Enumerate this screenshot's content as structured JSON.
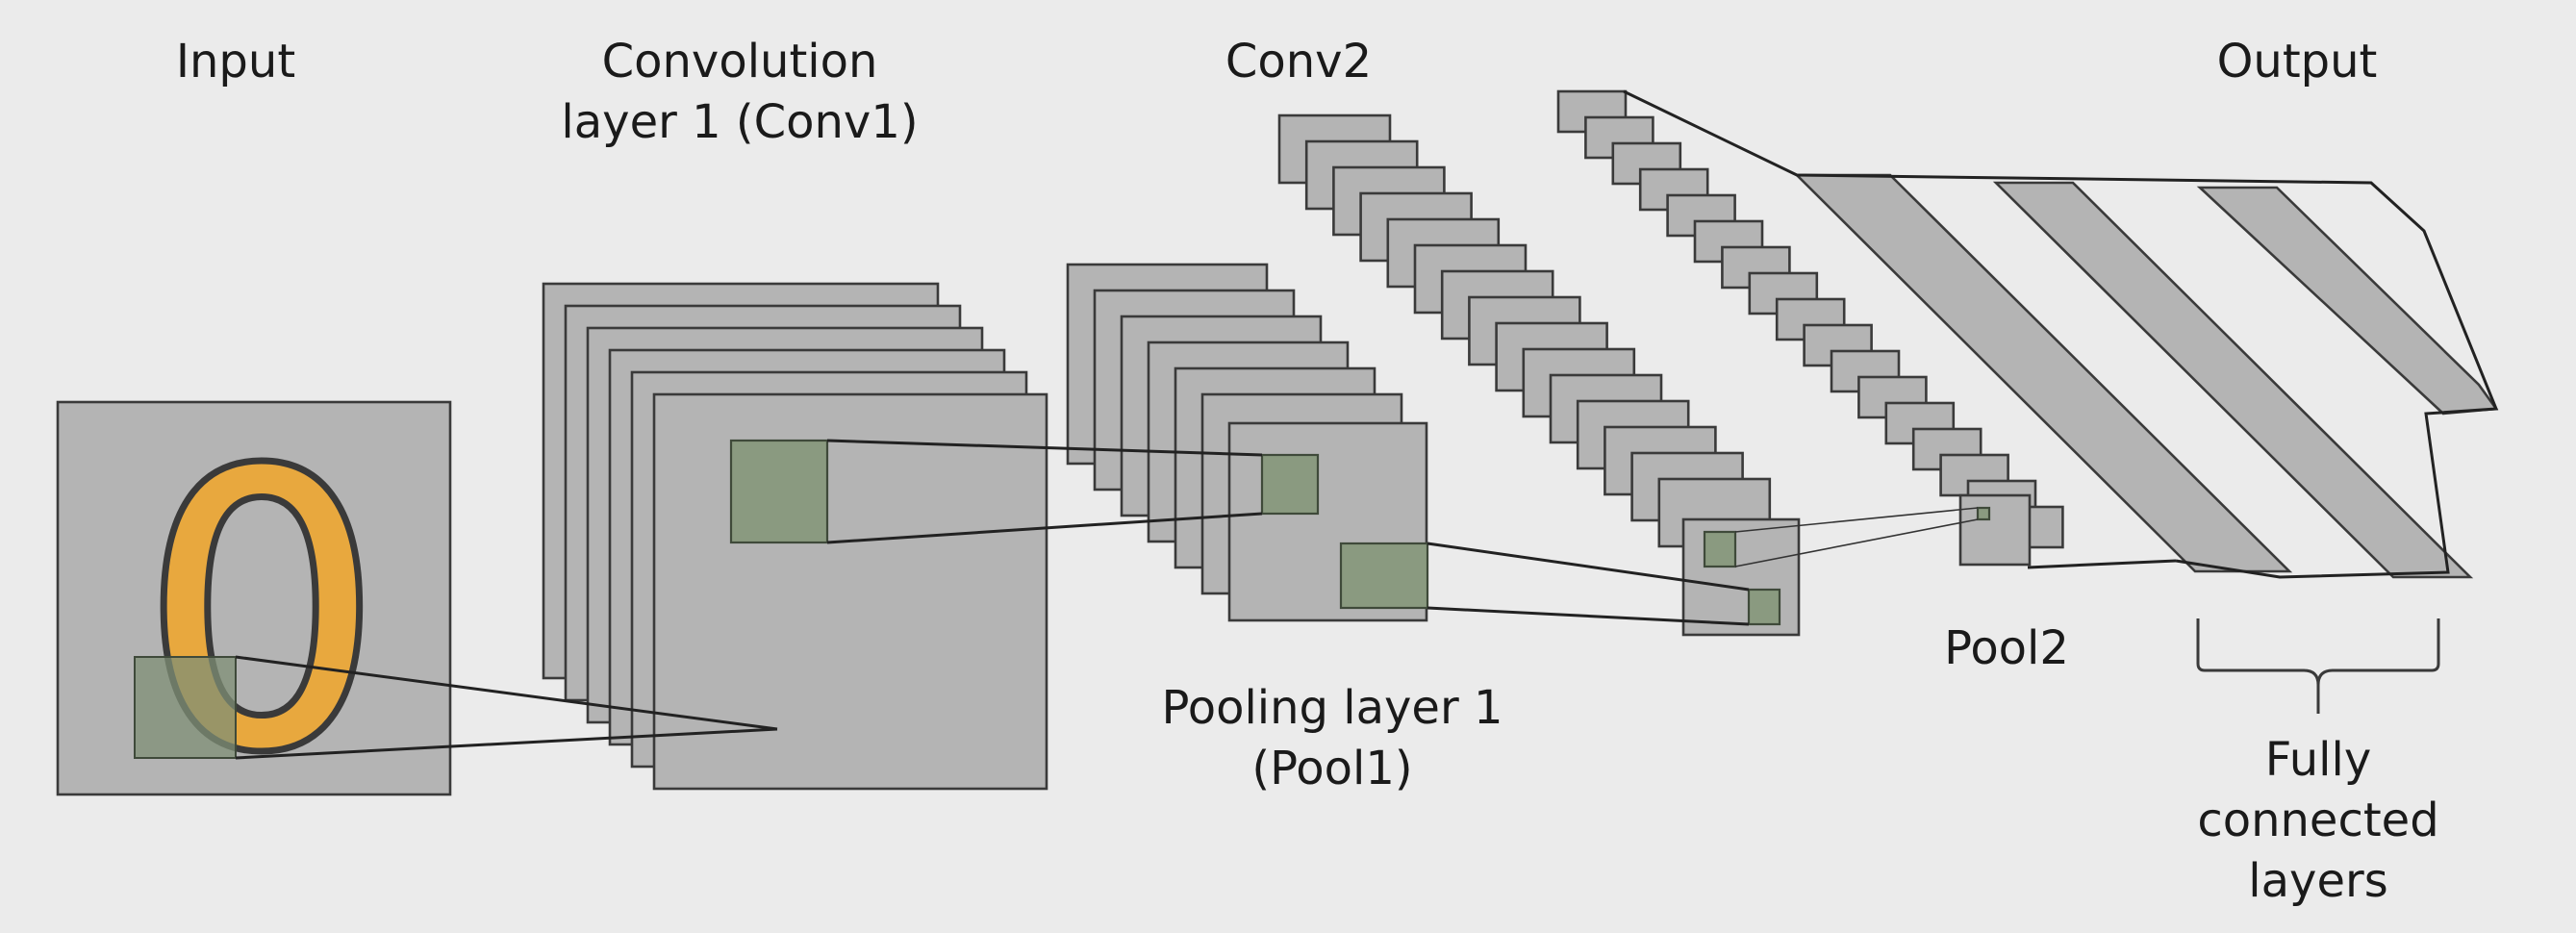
{
  "labels": {
    "input": "Input",
    "conv1_line1": "Convolution",
    "conv1_line2": "layer 1 (Conv1)",
    "conv2": "Conv2",
    "output": "Output",
    "pool1_line1": "Pooling layer 1",
    "pool1_line2": "(Pool1)",
    "pool2": "Pool2",
    "fc_line1": "Fully",
    "fc_line2": "connected",
    "fc_line3": "layers"
  },
  "input_digit": "0",
  "colors": {
    "background": "#ebebeb",
    "feature_map": "#b4b4b4",
    "kernel_window": "#8a9a80",
    "digit_fill": "#e8a83e",
    "digit_outline": "#3a3a3a"
  }
}
